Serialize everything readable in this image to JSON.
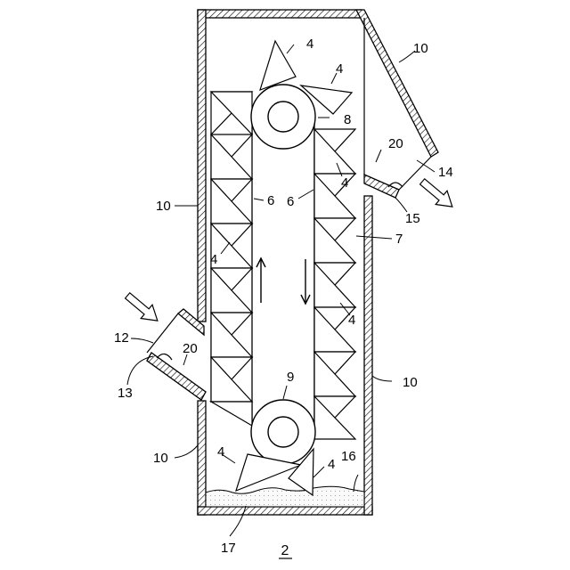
{
  "figure_label": "2",
  "ref_numbers": {
    "casing_left_upper": "10",
    "casing_left_lower": "10",
    "casing_right": "10",
    "chute_out": "10",
    "inlet_hopper": "12",
    "inlet_opening": "13",
    "outlet_hopper": "14",
    "outlet_opening": "15",
    "sediment": "16",
    "bottom_wall": "17",
    "plate_inlet": "20",
    "plate_outlet": "20",
    "belt_left": "6",
    "belt_right": "6",
    "inner_space": "7",
    "upper_pulley": "8",
    "lower_pulley": "9",
    "material_top_1": "4",
    "material_top_2": "4",
    "blade_right_upper": "4",
    "blade_left": "4",
    "blade_right_mid": "4",
    "material_bottom_1": "4",
    "material_bottom_2": "4"
  },
  "colors": {
    "line": "#000000",
    "hatch": "#000000",
    "sediment": "#f4f4f4"
  }
}
